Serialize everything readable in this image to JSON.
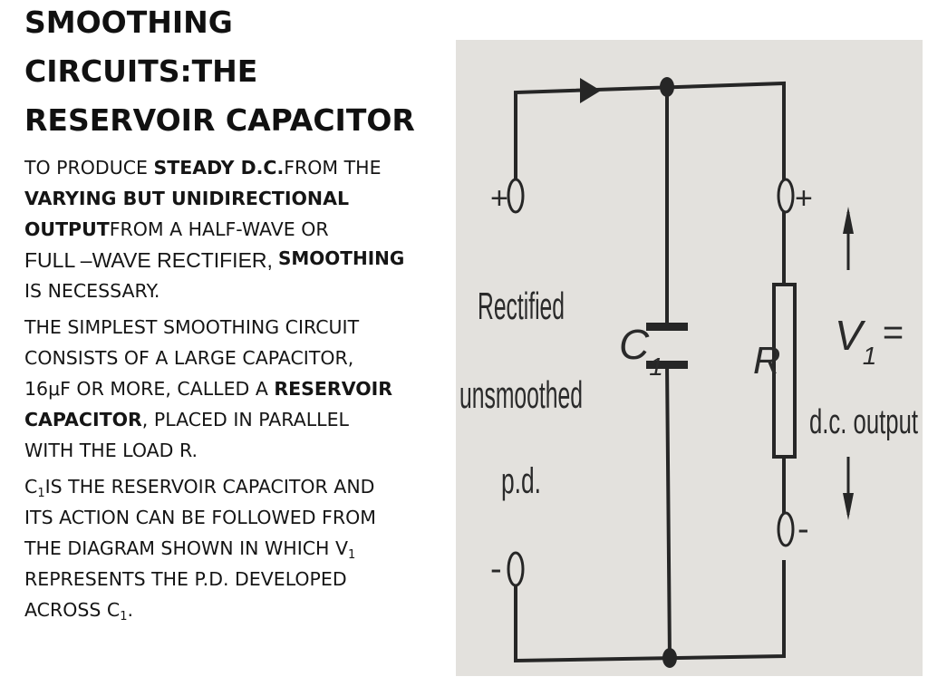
{
  "title": {
    "line1": "SMOOTHING",
    "line2": "CIRCUITS:THE",
    "line3": "RESERVOIR CAPACITOR"
  },
  "para1": {
    "l1_pre": "TO PRODUCE ",
    "l1_bold": "STEADY D.C.",
    "l1_post": "FROM THE",
    "l2_bold": "VARYING BUT UNIDIRECTIONAL",
    "l3_bold": "OUTPUT",
    "l3_post": "FROM A HALF-WAVE OR",
    "l4_text": "FULL –WAVE RECTIFIER,",
    "l4_overlap": "SMOOTHING",
    "l5_text": "IS NECESSARY."
  },
  "para2": {
    "l1": "THE SIMPLEST SMOOTHING CIRCUIT",
    "l2": "CONSISTS OF A LARGE CAPACITOR,",
    "l3_pre": "16μF OR MORE, CALLED A ",
    "l3_bold": "RESERVOIR",
    "l4_bold": "CAPACITOR",
    "l4_post": ", PLACED IN PARALLEL",
    "l5": "WITH THE LOAD R."
  },
  "para3": {
    "l1_c": "C",
    "l1_sub": "1",
    "l1_post": "IS THE RESERVOIR CAPACITOR AND",
    "l2": "ITS ACTION CAN BE FOLLOWED FROM",
    "l3_pre": "THE DIAGRAM SHOWN IN WHICH V",
    "l3_sub": "1",
    "l4": "REPRESENTS THE P.D. DEVELOPED",
    "l5_pre": "ACROSS C",
    "l5_sub": "1",
    "l5_post": "."
  },
  "diagram": {
    "label_plus_left": "+",
    "label_minus_left": "-",
    "label_plus_right": "+",
    "label_minus_right": "-",
    "label_rectified_1": "Rectified",
    "label_rectified_2": "unsmoothed",
    "label_rectified_3": "p.d.",
    "label_c": "C",
    "label_c_sub": "1",
    "label_r": "R",
    "label_v": "V",
    "label_v_sub": "1",
    "label_v_eq": "=",
    "label_output": "d.c. output",
    "background": "#e3e1dd",
    "ink": "#262626"
  }
}
